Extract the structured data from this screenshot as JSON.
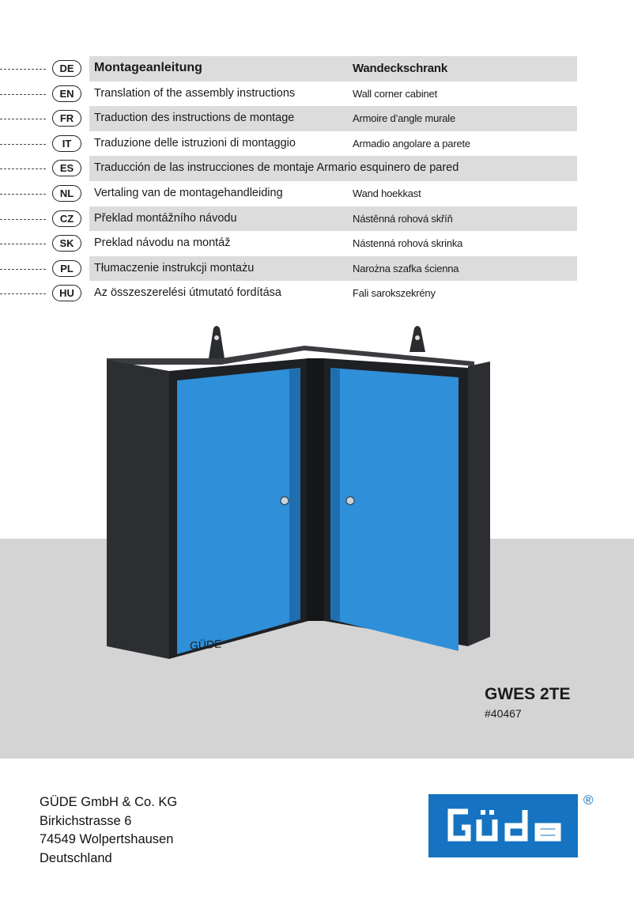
{
  "languages": [
    {
      "code": "DE",
      "title": "Montageanleitung",
      "subtitle": "Wandeckschrank"
    },
    {
      "code": "EN",
      "title": "Translation of the assembly instructions",
      "subtitle": "Wall corner cabinet"
    },
    {
      "code": "FR",
      "title": "Traduction des instructions de montage",
      "subtitle": "Armoire d’angle murale"
    },
    {
      "code": "IT",
      "title": "Traduzione delle istruzioni di montaggio",
      "subtitle": "Armadio angolare a parete"
    },
    {
      "code": "ES",
      "title": "Traducción de las instrucciones de montaje Armario esquinero de pared",
      "subtitle": ""
    },
    {
      "code": "NL",
      "title": "Vertaling van de montagehandleiding",
      "subtitle": "Wand hoekkast"
    },
    {
      "code": "CZ",
      "title": "Překlad montážního návodu",
      "subtitle": "Nástěnná rohová skříň"
    },
    {
      "code": "SK",
      "title": "Preklad návodu na montáž",
      "subtitle": "Nástenná rohová skrinka"
    },
    {
      "code": "PL",
      "title": "Tłumaczenie instrukcji montażu",
      "subtitle": "Narożna szafka ścienna"
    },
    {
      "code": "HU",
      "title": "Az összeszerelési útmutató fordítása",
      "subtitle": "Fali sarokszekrény"
    }
  ],
  "product": {
    "model": "GWES 2TE",
    "article": "#40467",
    "door_brand": "GÜDE"
  },
  "company": {
    "name": "GÜDE GmbH & Co. KG",
    "street": "Birkichstrasse 6",
    "city": "74549 Wolpertshausen",
    "country": "Deutschland"
  },
  "logo": {
    "text": "GÜDE",
    "registered": "®"
  },
  "colors": {
    "brand_blue": "#1573c2",
    "door_blue": "#2f8fd8",
    "cabinet_dark": "#2a2c2f",
    "band_gray": "#d4d4d4",
    "row_shade": "#dcdcdc"
  }
}
